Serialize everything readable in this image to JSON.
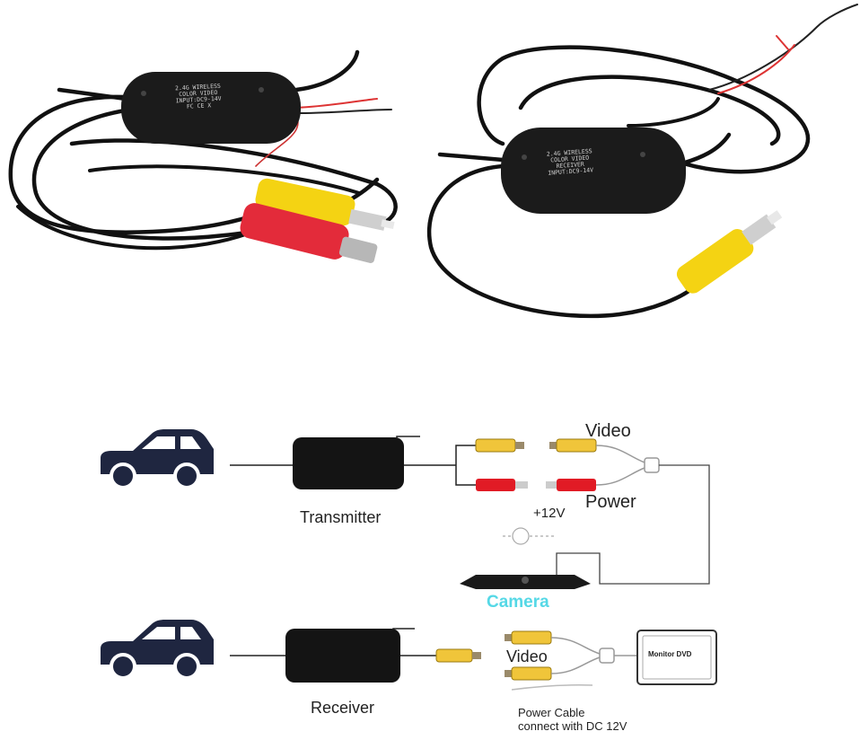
{
  "products": {
    "transmitter_chip": [
      "2.4G WIRELESS",
      "COLOR VIDEO",
      "INPUT:DC9-14V"
    ],
    "transmitter_marks": "FC  CE  X",
    "receiver_chip": [
      "2.4G WIRELESS",
      "COLOR VIDEO",
      "RECEIVER",
      "INPUT:DC9-14V"
    ]
  },
  "diagram": {
    "transmitter_label": "Transmitter",
    "receiver_label": "Receiver",
    "video_label_top": "Video",
    "power_label": "Power",
    "voltage_label": "+12V",
    "camera_label": "Camera",
    "video_label_bottom": "Video",
    "power_cable_line1": "Power Cable",
    "power_cable_line2": "connect with DC 12V",
    "monitor_label": "Monitor DVD"
  },
  "colors": {
    "device_body": "#1b1b1b",
    "rca_yellow": "#f4d313",
    "rca_red": "#e32b3a",
    "camera_text": "#55d8e6",
    "car": "#1f2640"
  },
  "icons": [
    "car-icon",
    "car-icon",
    "camera-icon",
    "monitor-icon"
  ]
}
